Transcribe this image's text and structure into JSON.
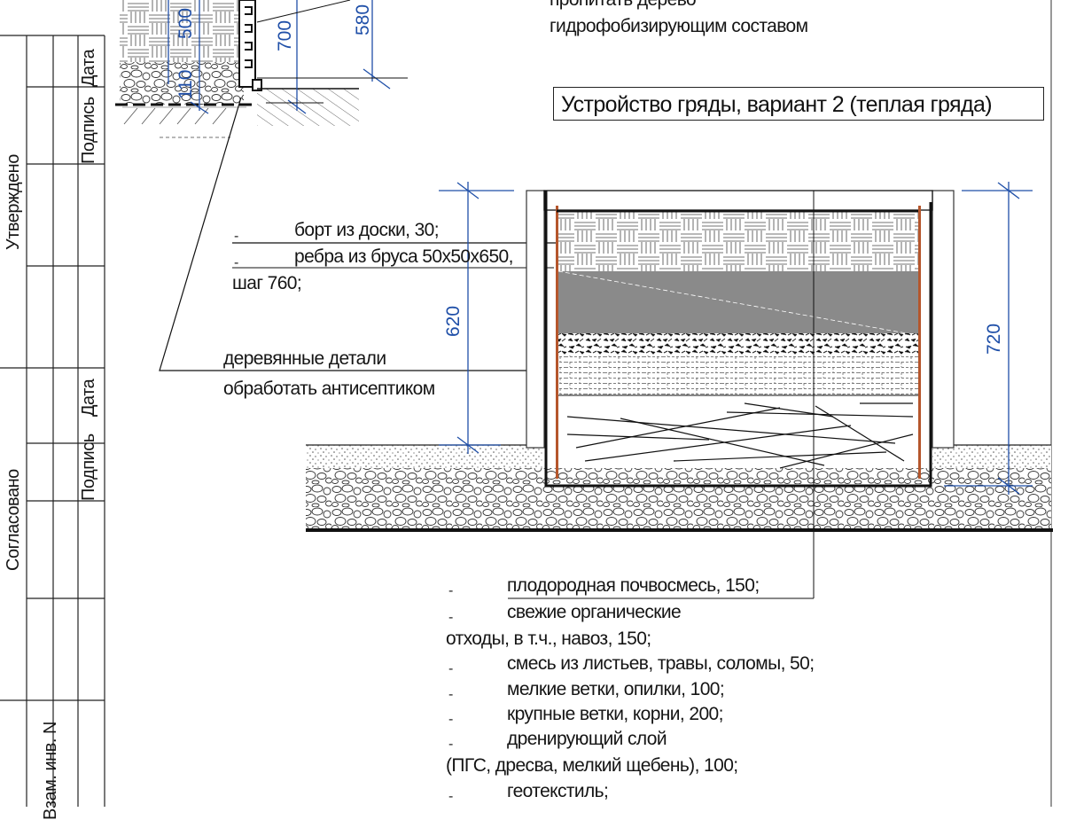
{
  "title": "Устройство гряды, вариант 2 (теплая гряда)",
  "top_note": {
    "line1": "пропитать дерево",
    "line2": "гидрофобизирующим составом"
  },
  "left_dims": {
    "d500": "500",
    "d700": "700",
    "d580": "580",
    "d110": "110"
  },
  "main_dims": {
    "d620": "620",
    "d720": "720"
  },
  "stamp": {
    "approved": "Утверждено",
    "agreed": "Согласовано",
    "signature1": "Подпись",
    "date1": "Дата",
    "signature2": "Подпись",
    "date2": "Дата",
    "inv": "Взам. инв. N"
  },
  "callout_board": {
    "dash1": "-",
    "line1": "борт из доски, 30;",
    "dash2": "-",
    "line2": "ребра из бруса 50х50х650,",
    "line3": "шаг 760;"
  },
  "callout_wood": {
    "line1": "деревянные детали",
    "line2": "обработать антисептиком"
  },
  "layers": [
    {
      "dash": "-",
      "text": "плодородная почвосмесь, 150;",
      "cont": ""
    },
    {
      "dash": "-",
      "text": "свежие органические",
      "cont": "отходы, в т.ч., навоз, 150;"
    },
    {
      "dash": "-",
      "text": "смесь из листьев, травы, соломы, 50;",
      "cont": ""
    },
    {
      "dash": "-",
      "text": "мелкие ветки, опилки, 100;",
      "cont": ""
    },
    {
      "dash": "-",
      "text": "крупные ветки, корни, 200;",
      "cont": ""
    },
    {
      "dash": "-",
      "text": "дренирующий слой",
      "cont": "(ПГС, дресва, мелкий щебень), 100;"
    },
    {
      "dash": "-",
      "text": "геотекстиль;",
      "cont": ""
    }
  ],
  "colors": {
    "dimension": "#1f4fa8",
    "board": "#b5562c",
    "compost": "#8a8a8a"
  }
}
